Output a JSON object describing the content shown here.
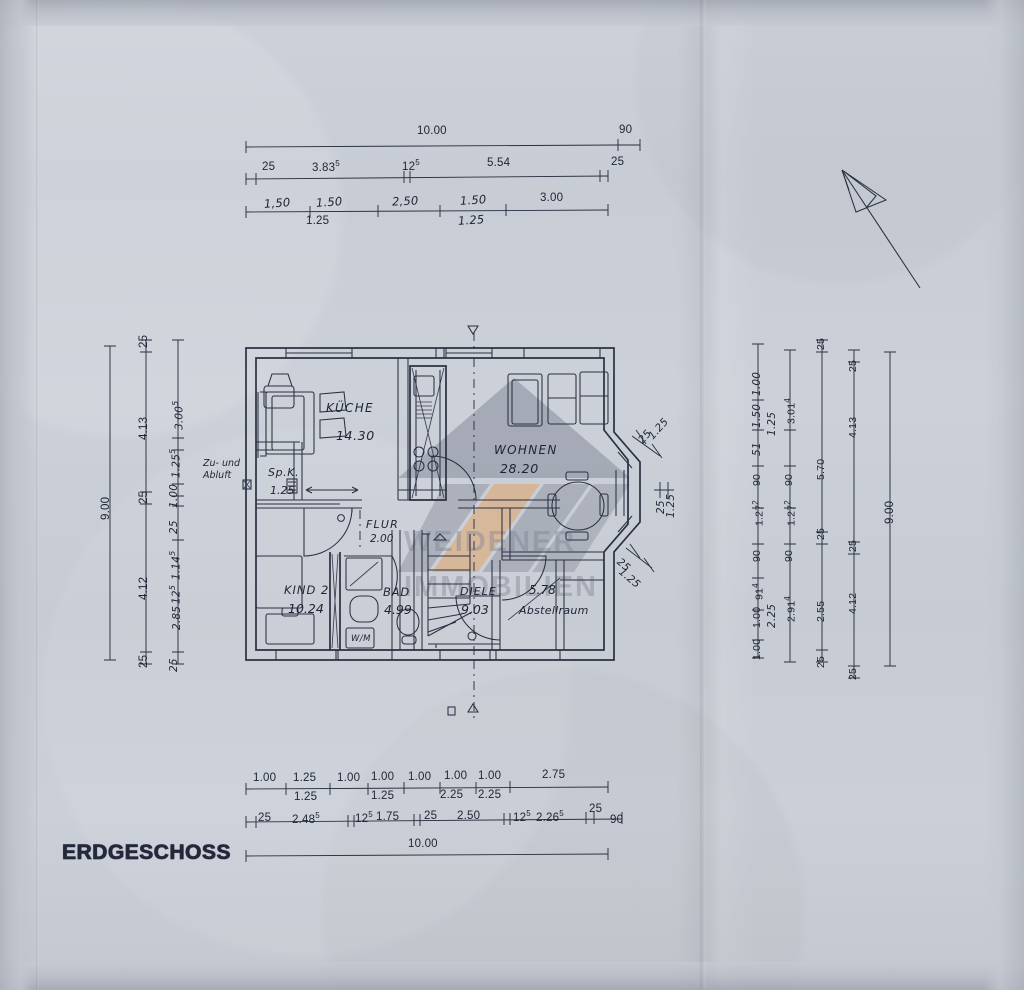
{
  "sheet": {
    "title": "ERDGESCHOSS",
    "watermark": {
      "line1": "WEIDENER",
      "line2": "IMMOBILIEN"
    },
    "north_arrow": "north-arrow",
    "note_left": {
      "line1": "Zu- und",
      "line2": "Abluft"
    }
  },
  "rooms": [
    {
      "name": "KÜCHE",
      "area": "14.30"
    },
    {
      "name": "Sp.K.",
      "area": "1.25"
    },
    {
      "name": "FLUR",
      "area": "2.00"
    },
    {
      "name": "KIND 2",
      "area": "10.24"
    },
    {
      "name": "BAD",
      "area": "4.99"
    },
    {
      "name": "DIELE",
      "area": "9.03"
    },
    {
      "name": "WOHNEN",
      "area": "28.20"
    },
    {
      "name": "Abstellraum",
      "area": "5.78"
    }
  ],
  "fixtures": {
    "washing_machine": "W/M"
  },
  "dimensions": {
    "top": {
      "chain1": [
        "10.00",
        "90"
      ],
      "chain2": [
        "25",
        "3.83",
        "12",
        "5.54",
        "25"
      ],
      "chain2_sup": [
        "",
        "5",
        "5",
        "",
        ""
      ],
      "chain3_upper": [
        "1,50",
        "1.50",
        "2,50",
        "1.50",
        "3.00"
      ],
      "chain3_lower": [
        "",
        "1.25",
        "",
        "1.25",
        ""
      ]
    },
    "bottom": {
      "chain1_upper": [
        "1.00",
        "1.25",
        "1.00",
        "1.00",
        "1.00",
        "1.00",
        "1.00",
        "2.75"
      ],
      "chain1_lower": [
        "",
        "1.25",
        "",
        "1.25",
        "",
        "2.25",
        "2.25",
        ""
      ],
      "chain2": [
        "25",
        "2.48",
        "12",
        "1.75",
        "25",
        "2.50",
        "12",
        "2.26",
        "25",
        "90"
      ],
      "chain2_sup": [
        "",
        "5",
        "5",
        "",
        "",
        "",
        "5",
        "5",
        "",
        ""
      ],
      "chain3": [
        "10.00"
      ]
    },
    "left": {
      "total": "9.00",
      "chain2": [
        "25",
        "4.13",
        "25",
        "4.12",
        "25"
      ],
      "chain3": [
        "3.00",
        "1.25",
        "1.00",
        "25",
        "1.14",
        "12",
        "2.85",
        "25"
      ],
      "chain3_sup": [
        "5",
        "5",
        "",
        "",
        "5",
        "5",
        "",
        ""
      ]
    },
    "right": {
      "chain1": [
        "1.00",
        "1.00",
        "91",
        "90",
        "1.27",
        "90",
        "51",
        "1.50",
        "1.00"
      ],
      "chain1_sup": [
        "",
        "",
        "4",
        "",
        "2",
        "",
        "",
        "",
        ""
      ],
      "chain1_under": [
        "",
        "2.25",
        "",
        "",
        "",
        "",
        "1.25",
        "",
        ""
      ],
      "chain2": [
        "2.91",
        "90",
        "1.27",
        "90",
        "3.01"
      ],
      "chain2_sup": [
        "4",
        "",
        "2",
        "",
        "4"
      ],
      "chain3": [
        "25",
        "2.55",
        "25",
        "5.70",
        "25"
      ],
      "chain4": [
        "25",
        "4.12",
        "25",
        "4.13",
        "25"
      ],
      "total": "9.00"
    },
    "bay": {
      "upper": [
        "25",
        "1.25"
      ],
      "mid": [
        "25",
        "1.25"
      ],
      "lower": [
        "25",
        "1.25"
      ]
    }
  }
}
